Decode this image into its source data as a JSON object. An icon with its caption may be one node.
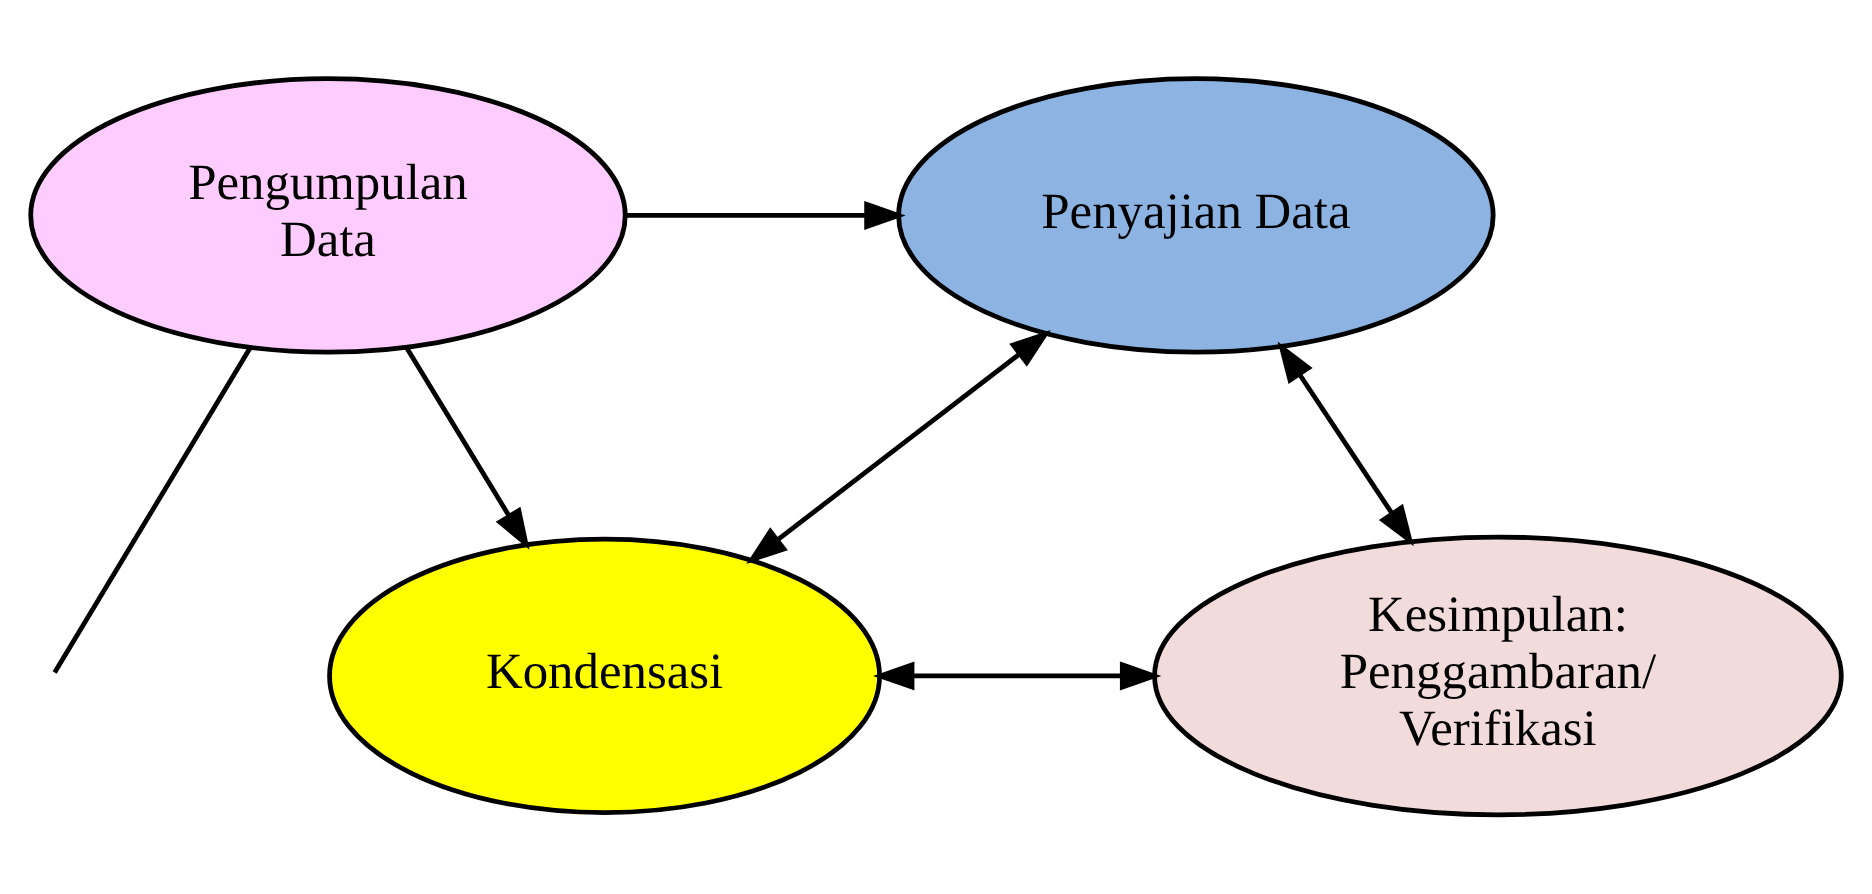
{
  "diagram": {
    "nodes": [
      {
        "text": [
          "Pengumpulan Data"
        ]
      },
      {
        "text": [
          "Penyajian Data"
        ]
      },
      {
        "text": [
          "Kondensasi"
        ]
      },
      {
        "text": [
          "Kesimpulan: Penggambaran/ Verifikasi"
        ]
      }
    ],
    "edges": [
      {
        "from": 0,
        "to": 1,
        "arrow": "to"
      },
      {
        "from": 0,
        "to": 2,
        "arrow": "to"
      },
      {
        "from": 2,
        "to": 1,
        "arrow": "both"
      },
      {
        "from": 1,
        "to": 3,
        "arrow": "both"
      },
      {
        "from": 2,
        "to": 3,
        "arrow": "both"
      },
      {
        "from": 0,
        "to": null,
        "arrow": "none"
      }
    ]
  }
}
